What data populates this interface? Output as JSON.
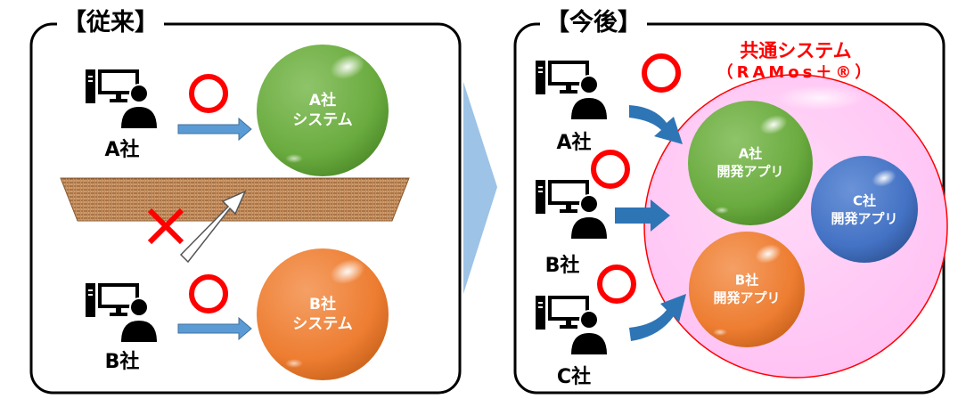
{
  "left_panel": {
    "title": "【従来】",
    "companies": [
      {
        "label": "A社",
        "system_label_line1": "A社",
        "system_label_line2": "システム",
        "color": "#6aab3f",
        "access": "○"
      },
      {
        "label": "B社",
        "system_label_line1": "B社",
        "system_label_line2": "システム",
        "color": "#ed7d31",
        "access": "○"
      }
    ],
    "blocked_mark": "×"
  },
  "right_panel": {
    "title": "【今後】",
    "common_system_line1": "共通システム",
    "common_system_line2": "（RAMos＋®）",
    "companies": [
      {
        "label": "A社",
        "access": "○"
      },
      {
        "label": "B社",
        "access": "○"
      },
      {
        "label": "C社",
        "access": "○"
      }
    ],
    "apps": [
      {
        "line1": "A社",
        "line2": "開発アプリ",
        "color": "#6aab3f"
      },
      {
        "line1": "B社",
        "line2": "開発アプリ",
        "color": "#ed7d31"
      },
      {
        "line1": "C社",
        "line2": "開発アプリ",
        "color": "#4472c4"
      }
    ]
  },
  "colors": {
    "accent_red": "#ff0000",
    "arrow_blue": "#5b9bd5",
    "arrow_dark_blue": "#2e75b6",
    "chevron": "#9dc3e6",
    "common_sphere": "#ffc3f4",
    "wall": "#c58e5e"
  },
  "icons": [
    "computer-user-icon",
    "circle-ok-mark",
    "cross-mark",
    "arrow-icon"
  ]
}
